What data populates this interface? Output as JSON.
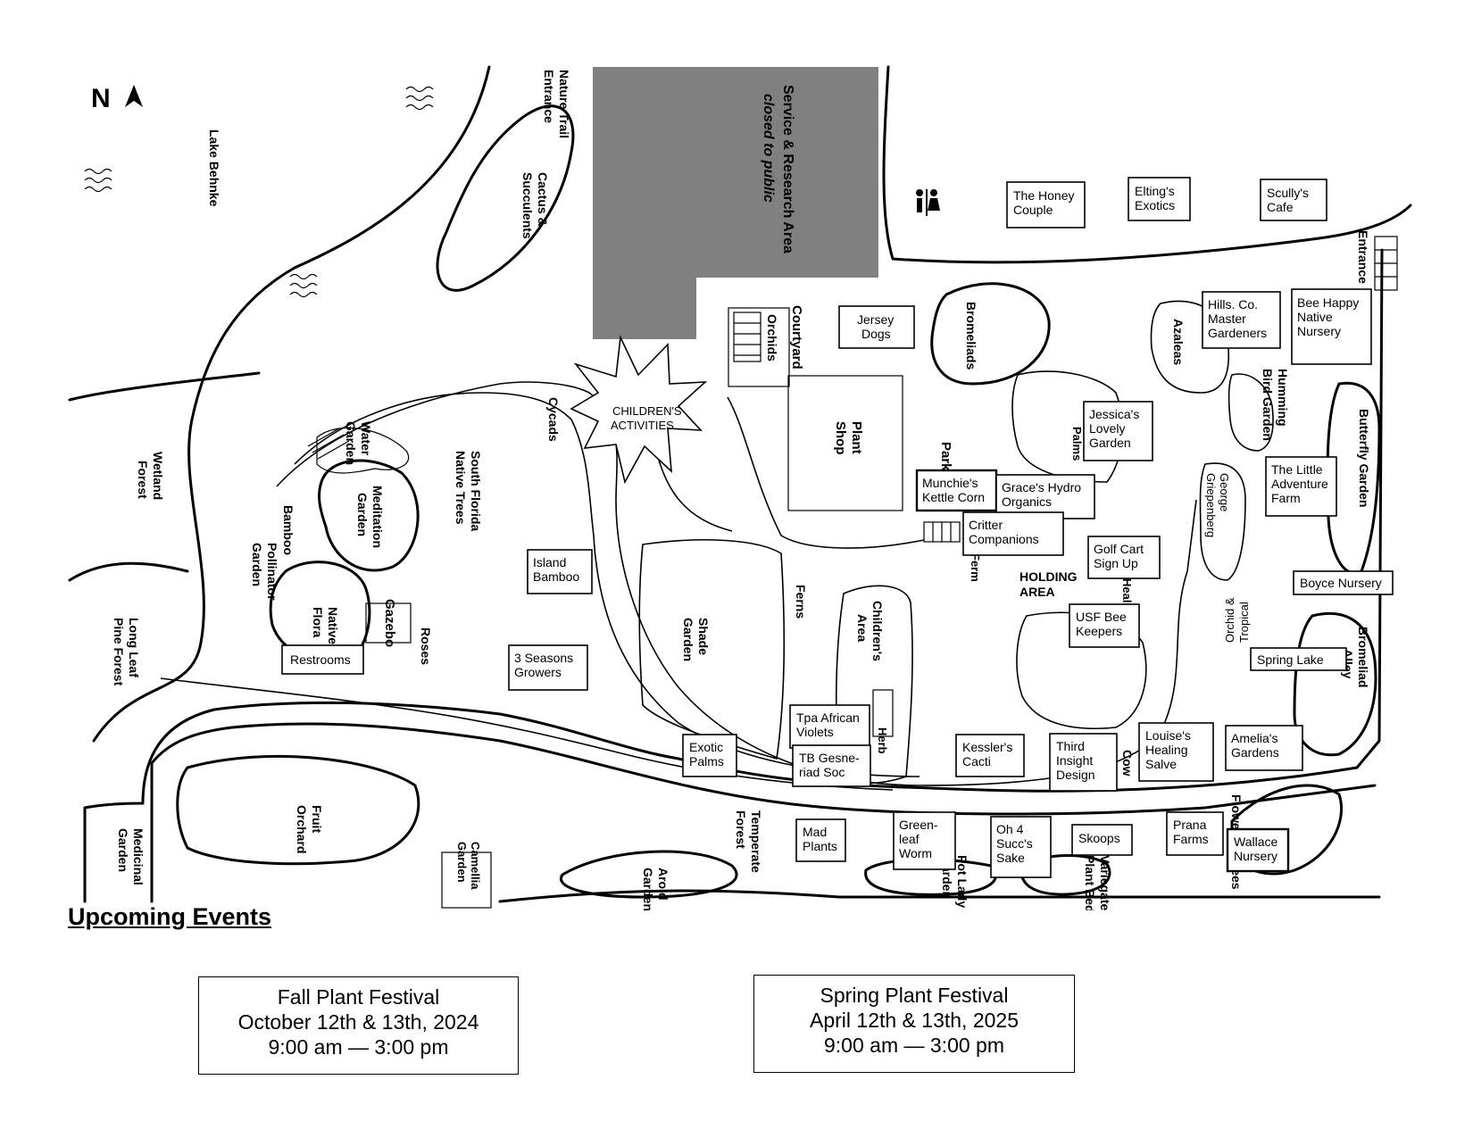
{
  "map": {
    "north_symbol": "N",
    "areas": {
      "lake_behnke": "Lake Behnke",
      "nature_trail": [
        "Nature Trail",
        "Entrance"
      ],
      "service_area": [
        "Service  & Research Area",
        "closed to public"
      ],
      "cactus": [
        "Cactus &",
        "Succulents"
      ],
      "cycads": "Cycads",
      "childrens_activities": [
        "CHILDREN'S",
        "ACTIVITIES"
      ],
      "orchids": "Orchids",
      "courtyard": "Courtyard",
      "plant_shop": [
        "Plant",
        "Shop"
      ],
      "bromeliads": "Bromeliads",
      "entrance": "Entrance",
      "wetland_forest": [
        "Wetland",
        "Forest"
      ],
      "water_garden": [
        "Water",
        "Garden"
      ],
      "meditation_garden": [
        "Meditation",
        "Garden"
      ],
      "south_florida_native_trees": [
        "South Florida",
        "Native Trees"
      ],
      "bamboo": "Bamboo",
      "pollinator_garden": [
        "Pollinator",
        "Garden"
      ],
      "native_flora": [
        "Native",
        "Flora"
      ],
      "gazebo": "Gazebo",
      "roses": "Roses",
      "long_leaf_pine_forest": [
        "Long Leaf",
        "Pine Forest"
      ],
      "shade_garden": [
        "Shade",
        "Garden"
      ],
      "ferns": "Ferns",
      "childrens_area": [
        "Children's",
        "Area"
      ],
      "herb": "Herb",
      "fruit_orchard": [
        "Fruit",
        "Orchard"
      ],
      "medicinal_garden": [
        "Medicinal",
        "Garden"
      ],
      "camellia_garden": [
        "Camellia",
        "Garden"
      ],
      "aroid_garden": [
        "Aroid",
        "Garden"
      ],
      "temperate_forest": [
        "Temperate",
        "Forest"
      ],
      "azaleas": "Azaleas",
      "hummingbird_garden": [
        "Humming",
        "Bird Garden"
      ],
      "butterfly_garden": "Butterfly Garden",
      "george_griepenberg": [
        "George",
        "Griepenberg"
      ],
      "orchid_tropical": [
        "Orchid &",
        "Tropical"
      ],
      "bromeliad_alley": [
        "Bromeliad",
        "Alley"
      ],
      "holding_area": [
        "HOLDING",
        "AREA"
      ],
      "palms": "Palms",
      "parking": "Parking",
      "ferm": "Ferm",
      "healing": "Healing",
      "cow": "Cow",
      "pot_lady_garden": [
        "Pot Lady",
        "Garden"
      ],
      "variegated_bed": [
        "Variegated",
        "Plant Bed"
      ],
      "flowering_trees": "Flowering Trees"
    },
    "vendors": {
      "honey_couple": [
        "The Honey",
        "Couple"
      ],
      "eltings_exotics": [
        "Elting's",
        "Exotics"
      ],
      "scullys_cafe": [
        "Scully's",
        "Cafe"
      ],
      "jersey_dogs": [
        "Jersey",
        "Dogs"
      ],
      "hills_co_master": [
        "Hills. Co.",
        "Master",
        "Gardeners"
      ],
      "bee_happy": [
        "Bee Happy",
        "Native",
        "Nursery"
      ],
      "jessicas_garden": [
        "Jessica's",
        "Lovely",
        "Garden"
      ],
      "munchies": [
        "Munchie's",
        "Kettle Corn"
      ],
      "graces_hydro": [
        "Grace's Hydro",
        "Organics"
      ],
      "critter_companions": [
        "Critter",
        "Companions"
      ],
      "golf_cart": [
        "Golf Cart",
        "Sign Up"
      ],
      "usf_bee": [
        "USF Bee",
        "Keepers"
      ],
      "little_adventure": [
        "The Little",
        "Adventure",
        "Farm"
      ],
      "boyce_nursery": "Boyce Nursery",
      "spring_lake": "Spring Lake",
      "island_bamboo": [
        "Island",
        "Bamboo"
      ],
      "three_seasons": [
        "3 Seasons",
        "Growers"
      ],
      "restrooms": "Restrooms",
      "tpa_african_violets": [
        "Tpa African",
        "Violets"
      ],
      "tb_gesneriad": [
        "TB Gesne-",
        "riad Soc"
      ],
      "exotic_palms": [
        "Exotic",
        "Palms"
      ],
      "kesslers_cacti": [
        "Kessler's",
        "Cacti"
      ],
      "third_insight": [
        "Third",
        "Insight",
        "Design"
      ],
      "louises_salve": [
        "Louise's",
        "Healing",
        "Salve"
      ],
      "amelias_gardens": [
        "Amelia's",
        "Gardens"
      ],
      "mad_plants": [
        "Mad",
        "Plants"
      ],
      "green_leaf_worm": [
        "Green-",
        "leaf",
        "Worm"
      ],
      "oh4_succs": [
        "Oh 4",
        "Succ's",
        "Sake"
      ],
      "skoops": "Skoops",
      "prana_farms": [
        "Prana",
        "Farms"
      ],
      "wallace_nursery": [
        "Wallace",
        "Nursery"
      ]
    }
  },
  "events": {
    "heading": "Upcoming Events",
    "fall": {
      "name": "Fall Plant Festival",
      "dates": "October 12th & 13th, 2024",
      "hours": "9:00 am — 3:00 pm"
    },
    "spring": {
      "name": "Spring Plant Festival",
      "dates": "April 12th & 13th, 2025",
      "hours": "9:00 am — 3:00 pm"
    }
  }
}
